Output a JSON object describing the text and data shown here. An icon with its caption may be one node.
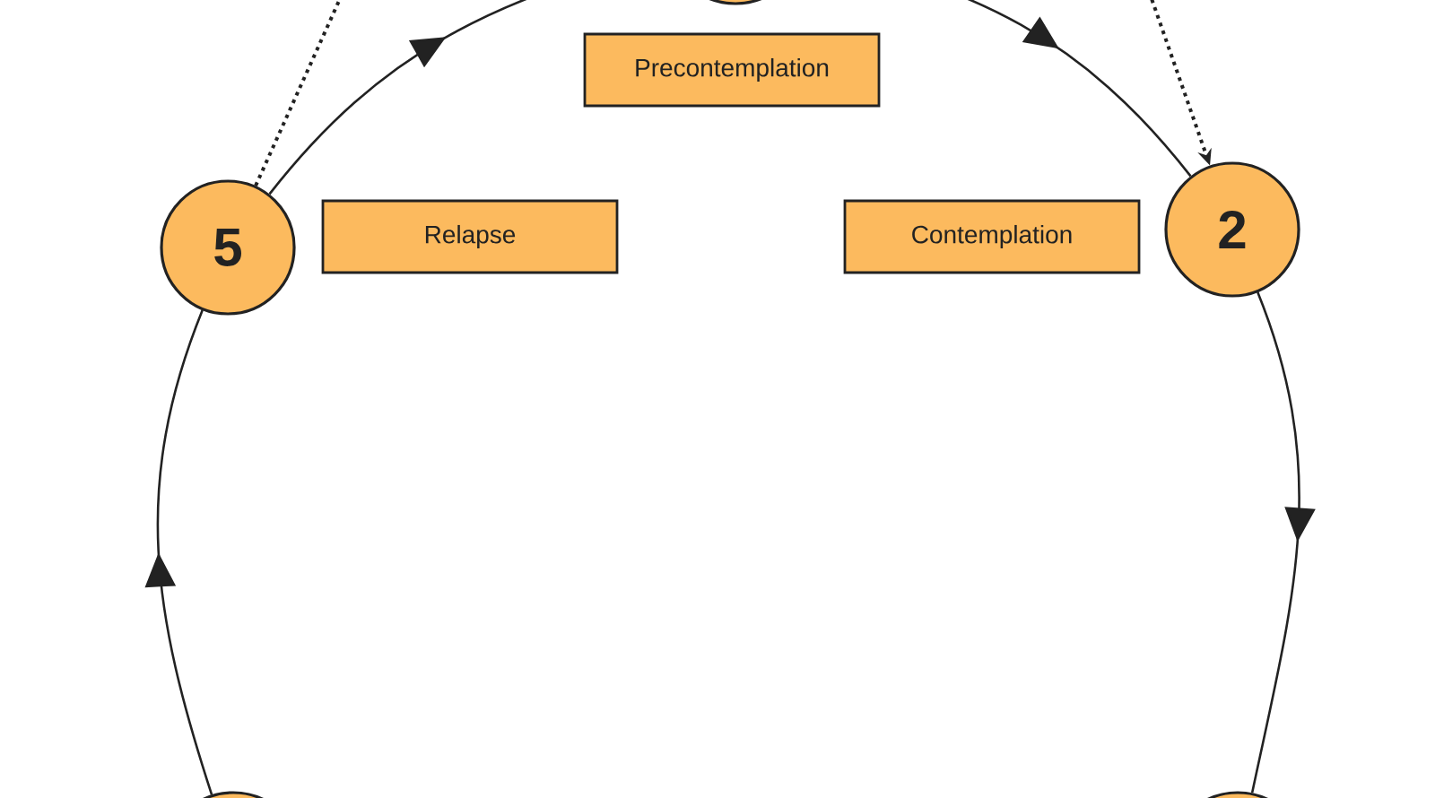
{
  "diagram": {
    "nodes": [
      {
        "text": [],
        "shape": "circle"
      },
      {
        "text": [
          "Precontemplation"
        ]
      },
      {
        "text": [
          "5"
        ]
      },
      {
        "text": [
          "Relapse"
        ]
      },
      {
        "text": [
          "Contemplation"
        ]
      },
      {
        "text": [
          "2"
        ]
      },
      {
        "text": [],
        "shape": "circle"
      },
      {
        "text": [],
        "shape": "circle"
      }
    ],
    "edges": [
      {
        "from": 2,
        "to": 0,
        "arrow": "to"
      },
      {
        "from": 0,
        "to": 5,
        "arrow": "to"
      },
      {
        "from": 5,
        "to": 7,
        "arrow": "to"
      },
      {
        "from": 6,
        "to": 2,
        "arrow": "to"
      },
      {
        "from": 2,
        "to": null,
        "arrow": "none",
        "style": "dashed"
      },
      {
        "from": null,
        "to": 5,
        "arrow": "to",
        "style": "dashed"
      }
    ]
  }
}
